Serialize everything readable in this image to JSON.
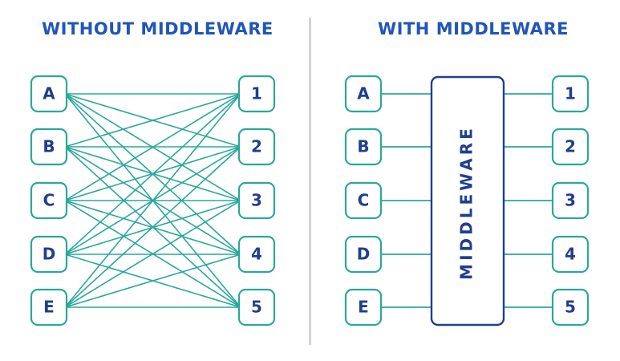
{
  "panels": {
    "left": {
      "title": "WITHOUT MIDDLEWARE"
    },
    "right": {
      "title": "WITH MIDDLEWARE",
      "middleware_label": "MIDDLEWARE"
    }
  },
  "sources": [
    "A",
    "B",
    "C",
    "D",
    "E"
  ],
  "targets": [
    "1",
    "2",
    "3",
    "4",
    "5"
  ],
  "colors": {
    "title": "#2156b8",
    "node_text": "#1f3f8f",
    "node_border": "#2aa89a",
    "connector": "#2aa89a",
    "middleware_border": "#1f3f8f",
    "divider": "#d3d3d3"
  }
}
